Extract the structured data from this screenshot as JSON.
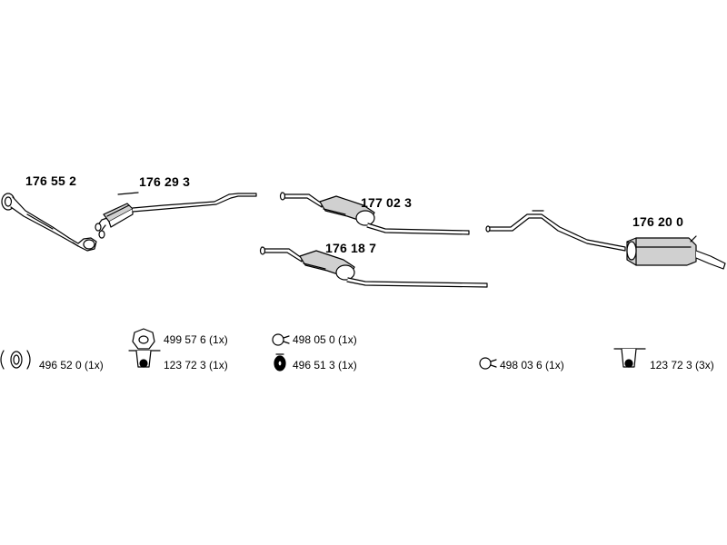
{
  "parts": {
    "p1": "176 55 2",
    "p2": "176 29 3",
    "p3": "177 02 3",
    "p4": "176 18 7",
    "p5": "176 20 0"
  },
  "accessories": {
    "a1": "496 52 0 (1x)",
    "a2": "499 57 6 (1x)",
    "a3": "123 72 3 (1x)",
    "a4": "498 05 0 (1x)",
    "a5": "496 51 3 (1x)",
    "a6": "498 03 6 (1x)",
    "a7": "123 72 3 (3x)"
  },
  "icons": {
    "a1": "gasket-rings-icon",
    "a2": "flange-gasket-icon",
    "a3": "rubber-hanger-icon",
    "a4": "pipe-clamp-icon",
    "a5": "rubber-mount-icon",
    "a6": "pipe-clamp-icon",
    "a7": "rubber-hanger-icon"
  },
  "colors": {
    "line": "#000000",
    "fill": "#d0d0d0",
    "background": "#ffffff"
  }
}
